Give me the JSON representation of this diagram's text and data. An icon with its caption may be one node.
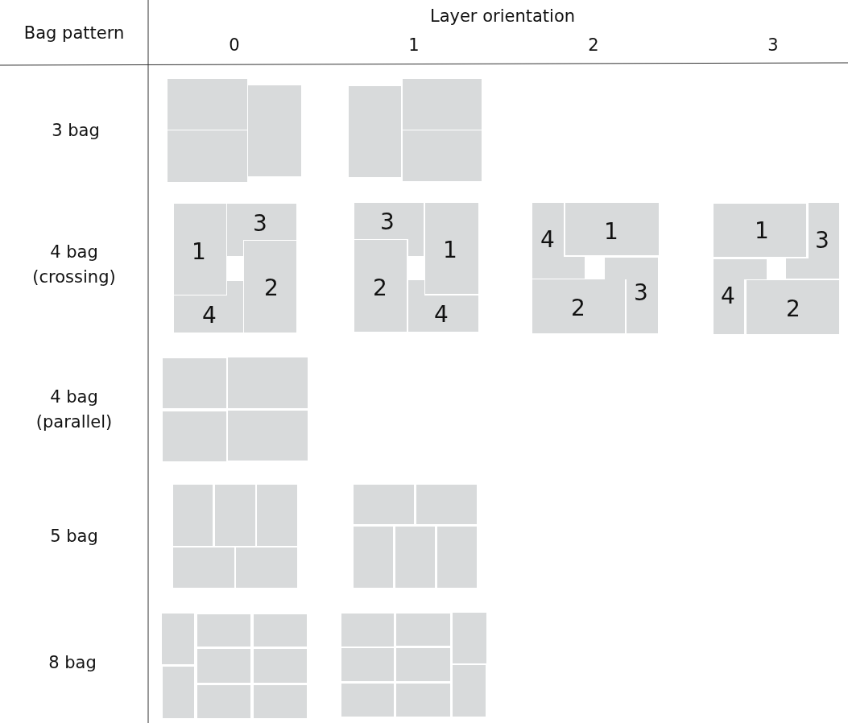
{
  "diagram": {
    "nodes": [
      {
        "text": [],
        "shape": "box"
      },
      {
        "text": [],
        "shape": "box"
      },
      {
        "text": [],
        "shape": "box"
      },
      {
        "text": [],
        "shape": "box"
      },
      {
        "text": [],
        "shape": "box"
      },
      {
        "text": [],
        "shape": "box"
      },
      {
        "text": [
          "3"
        ]
      },
      {
        "text": [
          "1"
        ]
      },
      {
        "text": [
          "2"
        ]
      },
      {
        "text": [
          "4"
        ]
      },
      {
        "text": [
          "3"
        ]
      },
      {
        "text": [
          "1"
        ]
      },
      {
        "text": [
          "2"
        ]
      },
      {
        "text": [
          "4"
        ]
      },
      {
        "text": [
          "4"
        ]
      },
      {
        "text": [
          "1"
        ]
      },
      {
        "text": [
          "3"
        ]
      },
      {
        "text": [
          "2"
        ]
      },
      {
        "text": [
          "1"
        ]
      },
      {
        "text": [
          "3"
        ]
      },
      {
        "text": [
          "4"
        ]
      },
      {
        "text": [
          "2"
        ]
      },
      {
        "text": [],
        "shape": "box"
      },
      {
        "text": [],
        "shape": "box"
      },
      {
        "text": [],
        "shape": "box"
      },
      {
        "text": [],
        "shape": "box"
      },
      {
        "text": [],
        "shape": "box"
      },
      {
        "text": [],
        "shape": "box"
      },
      {
        "text": [],
        "shape": "box"
      },
      {
        "text": [],
        "shape": "box"
      },
      {
        "text": [],
        "shape": "box"
      },
      {
        "text": [],
        "shape": "box"
      },
      {
        "text": [],
        "shape": "box"
      },
      {
        "text": [],
        "shape": "box"
      },
      {
        "text": [],
        "shape": "box"
      },
      {
        "text": [],
        "shape": "box"
      },
      {
        "text": [],
        "shape": "box"
      },
      {
        "text": [],
        "shape": "box"
      },
      {
        "text": [],
        "shape": "box"
      },
      {
        "text": [],
        "shape": "box"
      },
      {
        "text": [],
        "shape": "box"
      },
      {
        "text": [],
        "shape": "box"
      },
      {
        "text": [],
        "shape": "box"
      },
      {
        "text": [],
        "shape": "box"
      },
      {
        "text": [],
        "shape": "box"
      },
      {
        "text": [],
        "shape": "box"
      },
      {
        "text": [],
        "shape": "box"
      },
      {
        "text": [],
        "shape": "box"
      },
      {
        "text": [],
        "shape": "box"
      },
      {
        "text": [],
        "shape": "box"
      },
      {
        "text": [],
        "shape": "box"
      },
      {
        "text": [],
        "shape": "box"
      }
    ],
    "edges": [],
    "labels": [
      "Bag pattern",
      "Layer orientation",
      "0",
      "1",
      "2",
      "3",
      "3 bag",
      "4 bag (crossing)",
      "4 bag (parallel)",
      "5 bag",
      "8 bag"
    ]
  }
}
